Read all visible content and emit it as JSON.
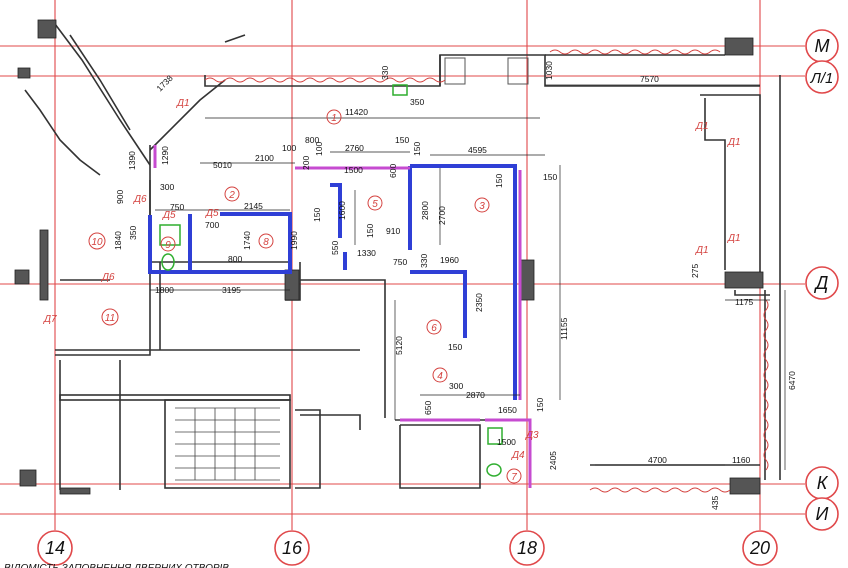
{
  "axes_vertical": [
    "14",
    "16",
    "18",
    "20"
  ],
  "axes_horizontal": [
    "М",
    "Л/1",
    "Д",
    "К",
    "И"
  ],
  "rooms": [
    "1",
    "2",
    "3",
    "4",
    "5",
    "6",
    "7",
    "8",
    "9",
    "10",
    "11"
  ],
  "doors": [
    "Д1",
    "Д1",
    "Д1",
    "Д1",
    "Д1",
    "Д3",
    "Д4",
    "Д5",
    "Д5",
    "Д6",
    "Д6",
    "Д7"
  ],
  "dimensions": [
    "11420",
    "330",
    "350",
    "1030",
    "7570",
    "1738",
    "1290",
    "1390",
    "900",
    "300",
    "5010",
    "2100",
    "100",
    "800",
    "200",
    "100",
    "2760",
    "150",
    "4595",
    "1500",
    "600",
    "150",
    "150",
    "750",
    "2145",
    "700",
    "1600",
    "2800",
    "2700",
    "150",
    "1840",
    "350",
    "150",
    "1740",
    "1990",
    "550",
    "910",
    "150",
    "800",
    "1330",
    "750",
    "330",
    "1960",
    "1800",
    "3195",
    "2350",
    "5120",
    "150",
    "11155",
    "300",
    "2870",
    "650",
    "1650",
    "150",
    "1500",
    "2405",
    "4700",
    "1160",
    "275",
    "1175",
    "6470",
    "435"
  ],
  "footer_text": "ВІДОМІСТЬ ЗАПОВНЕННЯ ДВЕРНИХ ОТВОРІВ"
}
